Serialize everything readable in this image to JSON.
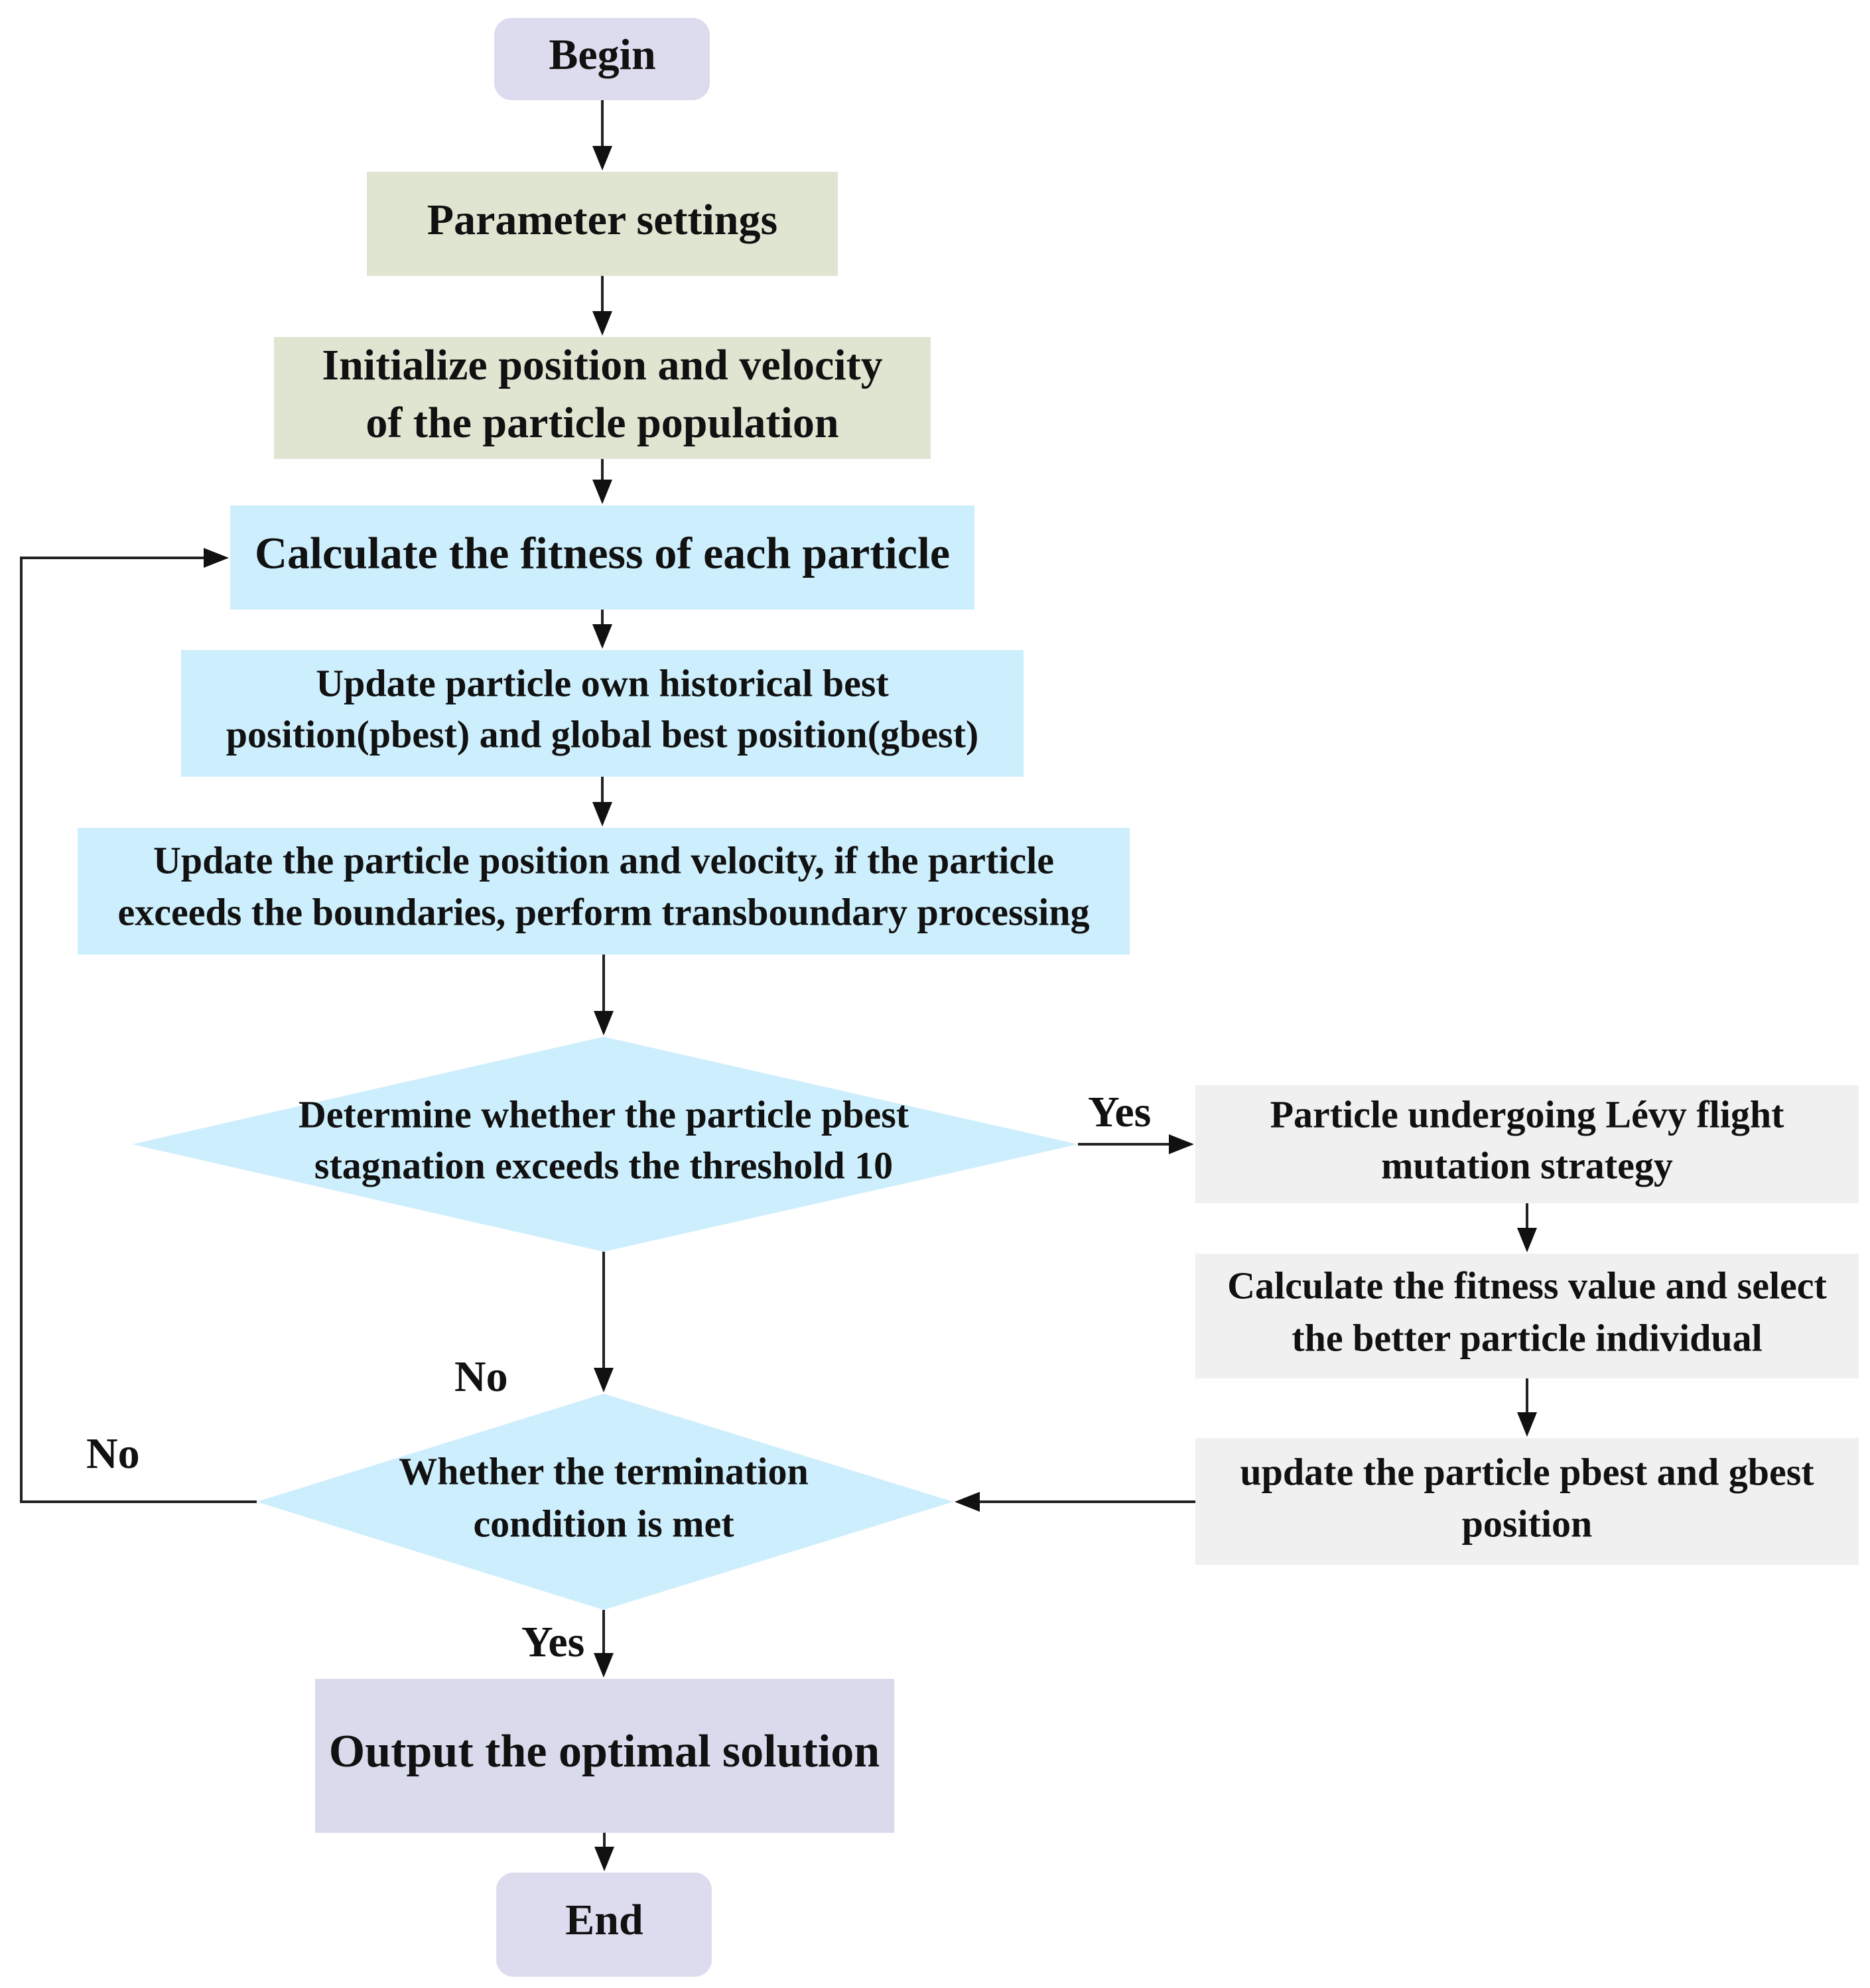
{
  "colors": {
    "terminal": "#dcdcee",
    "setup": "#dfe5d1",
    "process": "#cdeefc",
    "decision": "#cdeefc",
    "mutation": "#f0f0f0",
    "output": "#d9daec",
    "line": "#222222"
  },
  "nodes": {
    "begin": "Begin",
    "params": "Parameter settings",
    "init": [
      "Initialize position and velocity",
      "of the particle population"
    ],
    "fitness": "Calculate the fitness of each particle",
    "update_best": [
      "Update particle own historical best",
      "position(pbest) and  global best position(gbest)"
    ],
    "update_pos": [
      "Update the particle position and velocity, if the particle",
      "exceeds the boundaries, perform transboundary processing"
    ],
    "stagnation": [
      "Determine whether the particle pbest",
      "stagnation exceeds the threshold 10"
    ],
    "levy": [
      "Particle undergoing Lévy flight",
      "mutation strategy"
    ],
    "select": [
      "Calculate the fitness value and select",
      "the better particle individual"
    ],
    "update_pg": [
      "update the particle pbest and gbest",
      "position"
    ],
    "termination": [
      "Whether the termination",
      "condition is met"
    ],
    "output": "Output the optimal solution",
    "end": "End"
  },
  "edge_labels": {
    "stagnation_yes": "Yes",
    "stagnation_no": "No",
    "termination_no": "No",
    "termination_yes": "Yes"
  }
}
